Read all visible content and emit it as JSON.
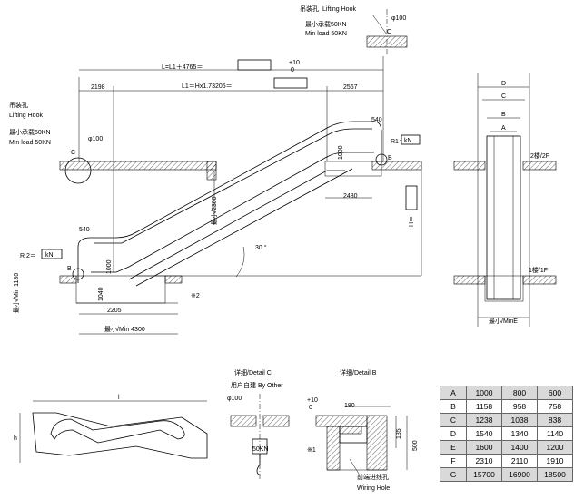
{
  "main_view": {
    "L_formula": "L=L1＋4765＝",
    "tolerance_plus": "+10",
    "tolerance_zero": "0",
    "dim_left": "2198",
    "L1_formula": "L1＝Hx1.73205＝",
    "dim_right": "2567",
    "lifting_hook_cn": "吊装孔",
    "lifting_hook_en": "Lifting Hook",
    "min_load_cn": "最小承载50KN",
    "min_load_en": "Min load 50KN",
    "phi100": "φ100",
    "label_C": "C",
    "label_B": "B",
    "dim_540": "540",
    "R1": "R1＝",
    "R1_unit": "kN",
    "R2": "R 2＝",
    "R2_unit": "kN",
    "dim_1000": "1000",
    "min_2300": "最小/2300",
    "dim_2480": "2480",
    "angle_30": "30 °",
    "H_eq": "H＝",
    "min_1130": "最小/Min 1130",
    "dim_1040": "1040",
    "note_x2": "※2",
    "dim_2205": "2205",
    "min_4300": "最小/Min 4300"
  },
  "side_view": {
    "label_D": "D",
    "label_C": "C",
    "label_B": "B",
    "label_A": "A",
    "floor_2F": "2楼/2F",
    "floor_1F": "1楼/1F",
    "min_E": "最小/MinE"
  },
  "small_view": {
    "label_l": "l",
    "label_h": "h"
  },
  "detail_c": {
    "title": "详细/Detail C",
    "by_other": "用户自建 By Other",
    "phi100": "φ100",
    "load": "50KN"
  },
  "detail_b": {
    "title": "详细/Detail B",
    "tolerance_plus": "+10",
    "tolerance_zero": "0",
    "dim_180": "180",
    "dim_135": "135",
    "dim_500": "500",
    "note_x1": "※1",
    "wiring_cn": "前端进线孔",
    "wiring_en": "Wiring Hole"
  },
  "spec_table": {
    "rows": [
      {
        "label": "A",
        "values": [
          "1000",
          "800",
          "600"
        ]
      },
      {
        "label": "B",
        "values": [
          "1158",
          "958",
          "758"
        ]
      },
      {
        "label": "C",
        "values": [
          "1238",
          "1038",
          "838"
        ]
      },
      {
        "label": "D",
        "values": [
          "1540",
          "1340",
          "1140"
        ]
      },
      {
        "label": "E",
        "values": [
          "1600",
          "1400",
          "1200"
        ]
      },
      {
        "label": "F",
        "values": [
          "2310",
          "2110",
          "1910"
        ]
      },
      {
        "label": "G",
        "values": [
          "15700",
          "16900",
          "18500"
        ]
      }
    ]
  }
}
